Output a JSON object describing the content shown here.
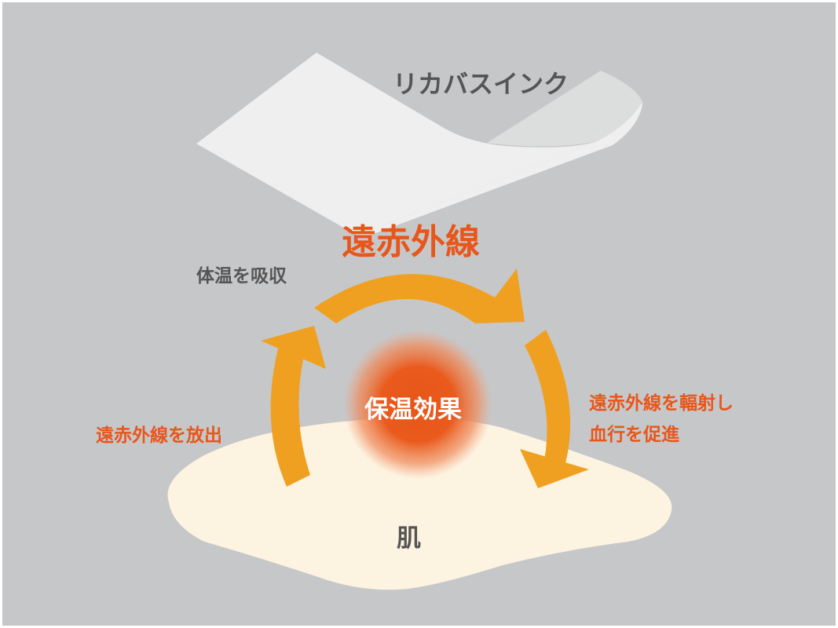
{
  "sheet_label": "リカバスインク",
  "title": "遠赤外線",
  "absorb_label": "体温を吸収",
  "center_label": "保温効果",
  "emit_label": "遠赤外線を放出",
  "radiate_label_line1": "遠赤外線を輻射し",
  "radiate_label_line2": "血行を促進",
  "skin_label": "肌",
  "colors": {
    "background": "#c6c7c9",
    "arrow": "#f0a020",
    "accent": "#e8561a",
    "skin": "#fdf3e1",
    "sheet": "#efefef",
    "text": "#555555"
  }
}
